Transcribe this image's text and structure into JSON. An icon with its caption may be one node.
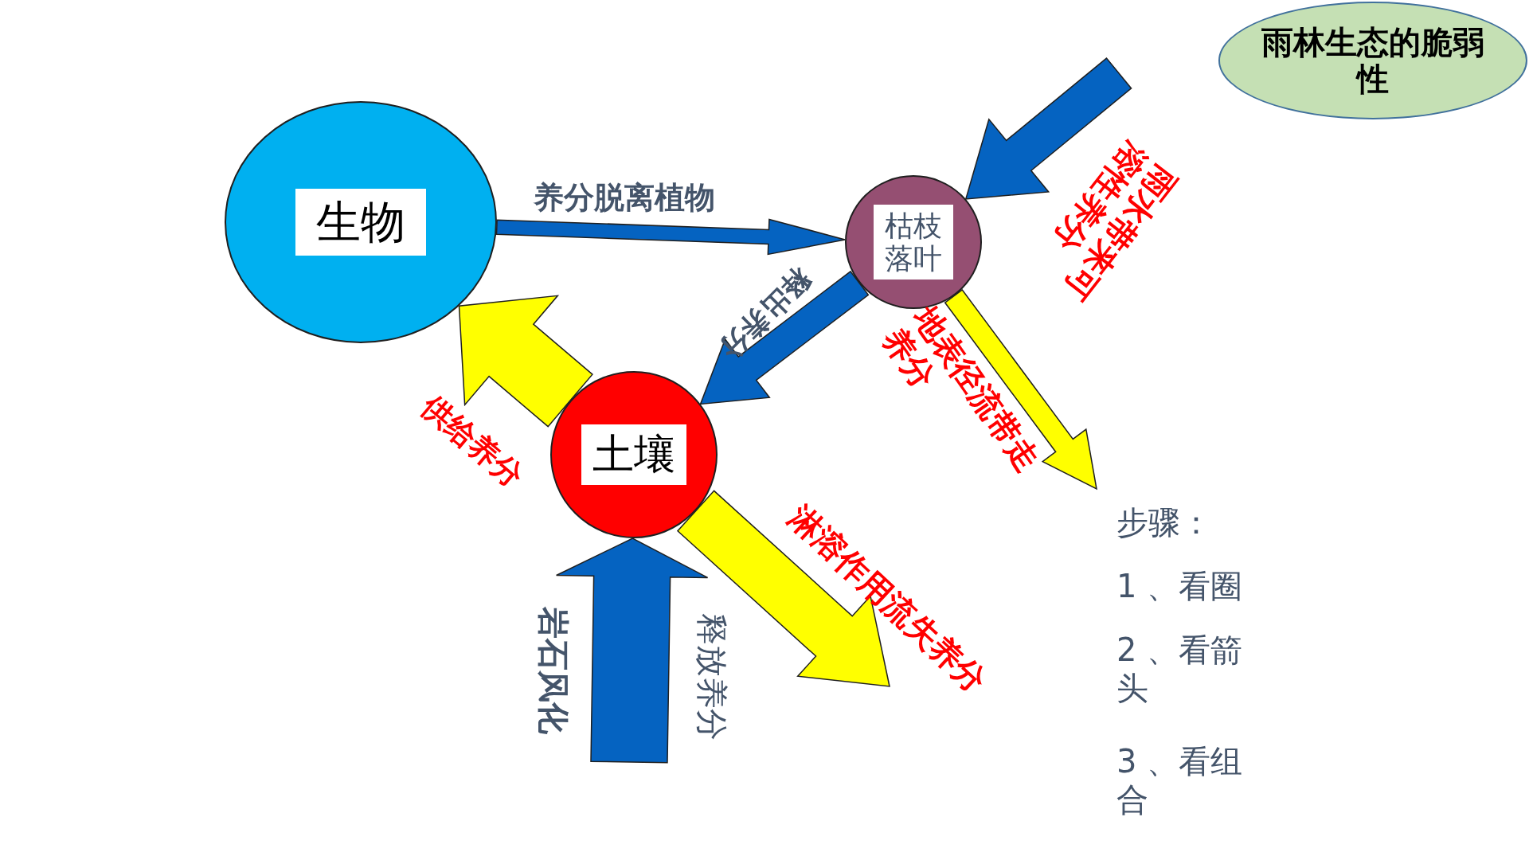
{
  "diagram": {
    "nodes": [
      {
        "text": [
          "雨林生态的脆弱性"
        ]
      },
      {
        "text": [
          "生物"
        ]
      },
      {
        "text": [
          "枯枝落叶"
        ]
      },
      {
        "text": [
          "土壤"
        ]
      }
    ],
    "edges": [
      {
        "from": 1,
        "to": 2,
        "arrow": "to",
        "label": "养分脱离植物"
      },
      {
        "from": 2,
        "to": 3,
        "arrow": "to",
        "label": "释出养分"
      },
      {
        "from": 3,
        "to": 1,
        "arrow": "to",
        "label": "供给养分",
        "color": "#ffff00"
      },
      {
        "from": null,
        "to": 2,
        "arrow": "to",
        "label": "雨水带来可溶性养分"
      },
      {
        "from": 2,
        "to": null,
        "arrow": "to",
        "label": "地表径流带走养分",
        "color": "#ffff00"
      },
      {
        "from": 3,
        "to": null,
        "arrow": "to",
        "label": "淋溶作用流失养分",
        "color": "#ffff00"
      },
      {
        "from": null,
        "to": 3,
        "arrow": "to",
        "label": "岩石风化"
      }
    ],
    "labels": [
      "释放养分",
      "步骤：",
      "1 、看圈",
      "2 、看箭头",
      "3 、看组合"
    ]
  }
}
